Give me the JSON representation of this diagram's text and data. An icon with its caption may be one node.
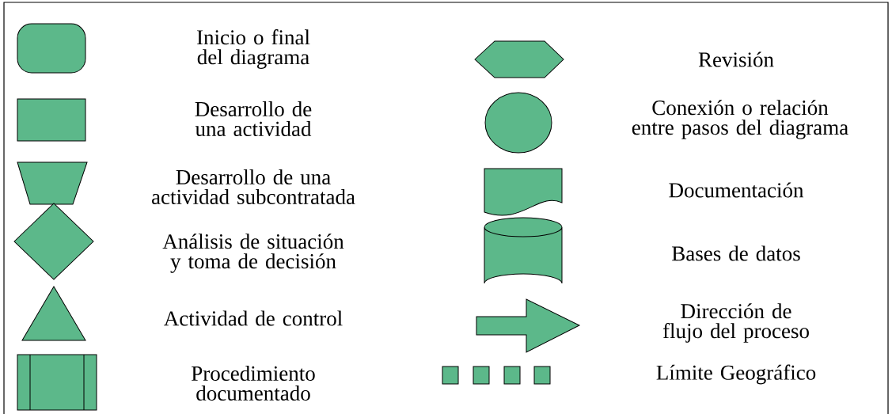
{
  "diagram": {
    "nodes": [
      {
        "text": [],
        "shape": "rounded"
      },
      {
        "text": [],
        "shape": "box"
      },
      {
        "text": [],
        "shape": "trapezoid"
      },
      {
        "text": [],
        "shape": "diamond"
      },
      {
        "text": [],
        "shape": "triangle"
      },
      {
        "text": [],
        "shape": "subroutine"
      },
      {
        "text": [],
        "shape": "hexagon"
      },
      {
        "text": [],
        "shape": "circle"
      },
      {
        "text": [],
        "shape": "document"
      },
      {
        "text": [],
        "shape": "cylinder"
      },
      {
        "text": [],
        "shape": "arrow"
      },
      {
        "text": [],
        "shape": "squares"
      }
    ],
    "labels": [
      "Inicio o final del diagrama",
      "Desarrollo de una actividad",
      "Desarrollo de una actividad subcontratada",
      "Análisis de situación y toma de decisión",
      "Actividad de control",
      "Procedimiento documentado",
      "Revisión",
      "Conexión o relación entre pasos del diagrama",
      "Documentación",
      "Bases de datos",
      "Dirección de flujo del proceso",
      "Límite Geográfico"
    ]
  }
}
